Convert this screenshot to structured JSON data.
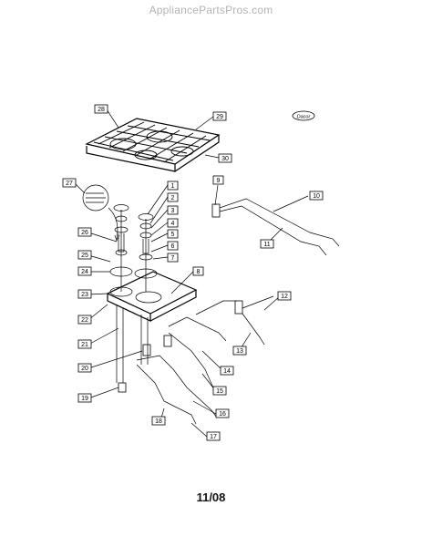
{
  "header": {
    "watermark": "AppliancePartsPros.com"
  },
  "footer": {
    "date_code": "11/08"
  },
  "diagram": {
    "logo_text": "Dacor",
    "callouts": [
      "1",
      "2",
      "3",
      "4",
      "5",
      "6",
      "7",
      "8",
      "9",
      "10",
      "11",
      "12",
      "13",
      "14",
      "15",
      "16",
      "17",
      "18",
      "19",
      "20",
      "21",
      "22",
      "23",
      "24",
      "25",
      "26",
      "27",
      "28",
      "29",
      "30"
    ]
  }
}
